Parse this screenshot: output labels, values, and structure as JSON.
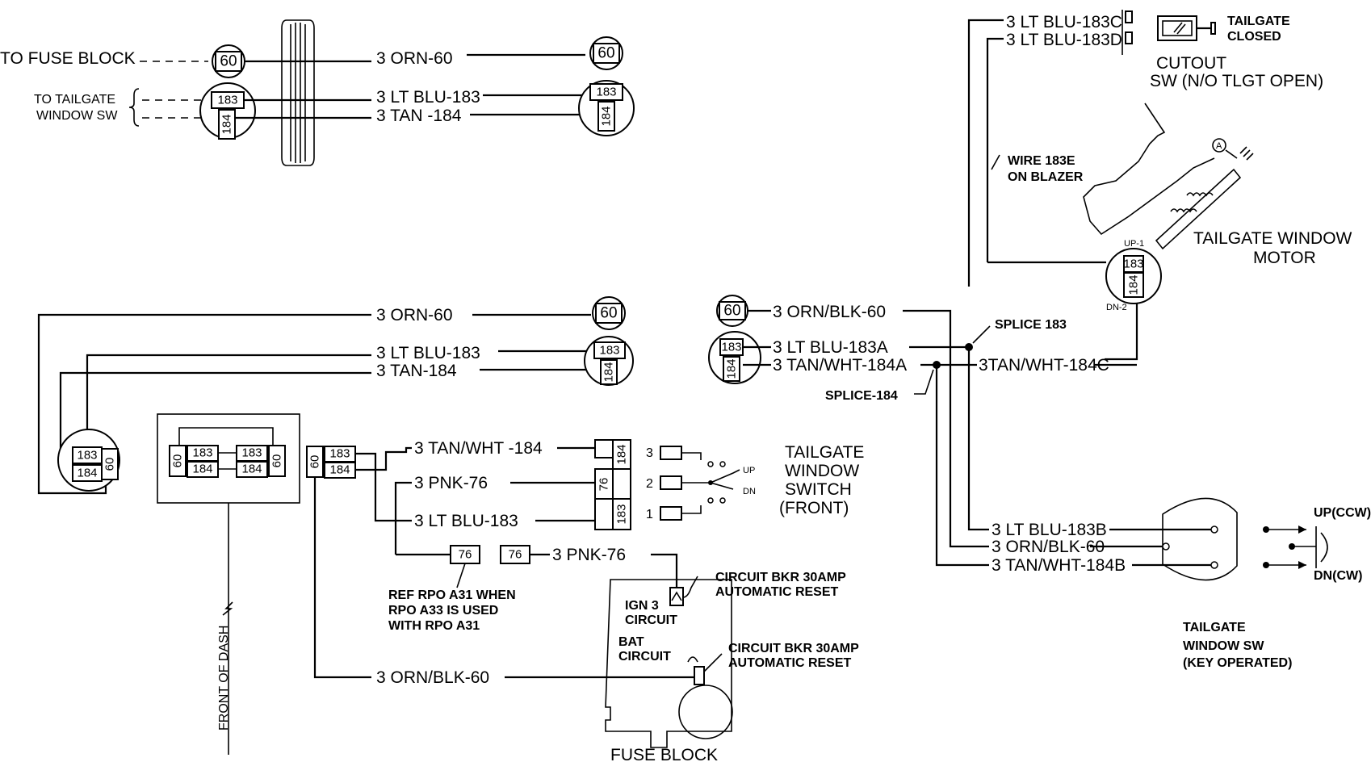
{
  "top": {
    "to_fuse_block": "TO FUSE BLOCK",
    "to_tailgate_line1": "TO TAILGATE",
    "to_tailgate_line2": "WINDOW SW",
    "wire_orn60": "3 ORN-60",
    "wire_ltblu183": "3 LT BLU-183",
    "wire_tan184": "3 TAN -184"
  },
  "mid": {
    "wire_orn60": "3 ORN-60",
    "wire_ltblu183": "3 LT BLU-183",
    "wire_tan184": "3 TAN-184"
  },
  "switch": {
    "wire_tanwht184": "3 TAN/WHT -184",
    "wire_pnk76": "3 PNK-76",
    "wire_ltblu183": "3 LT BLU-183",
    "wire_pnk76_b": "3 PNK-76",
    "wire_ornblk60": "3 ORN/BLK-60",
    "ref_line1": "REF RPO A31 WHEN",
    "ref_line2": "RPO A33 IS USED",
    "ref_line3": "WITH RPO A31",
    "pos3": "3",
    "pos2": "2",
    "pos1": "1",
    "up": "UP",
    "dn": "DN",
    "label1": "TAILGATE",
    "label2": "WINDOW",
    "label3": "SWITCH",
    "label4": "(FRONT)",
    "front_of_dash": "FRONT OF DASH"
  },
  "fuse": {
    "ign3_line1": "IGN 3",
    "ign3_line2": "CIRCUIT",
    "bat_line1": "BAT",
    "bat_line2": "CIRCUIT",
    "cb1_line1": "CIRCUIT BKR 30AMP",
    "cb1_line2": "AUTOMATIC RESET",
    "cb2_line1": "CIRCUIT BKR 30AMP",
    "cb2_line2": "AUTOMATIC RESET",
    "label": "FUSE BLOCK"
  },
  "right": {
    "wire_ltblu183c": "3 LT BLU-183C",
    "wire_ltblu183d": "3 LT BLU-183D",
    "tailgate_closed1": "TAILGATE",
    "tailgate_closed2": "CLOSED",
    "cutout1": "CUTOUT",
    "cutout2": "SW (N/O TLGT OPEN)",
    "wire183e1": "WIRE 183E",
    "wire183e2": "ON BLAZER",
    "motor1": "TAILGATE WINDOW",
    "motor2": "MOTOR",
    "up1": "UP-1",
    "dn2": "DN-2",
    "wire_ornblk60": "3 ORN/BLK-60",
    "wire_ltblu183a": "3 LT BLU-183A",
    "wire_tanwht184a": "3 TAN/WHT-184A",
    "wire_tanwht184c": "3TAN/WHT-184C",
    "splice183": "SPLICE 183",
    "splice184": "SPLICE-184",
    "wire_ltblu183b": "3 LT BLU-183B",
    "wire_ornblk60_b": "3 ORN/BLK-60",
    "wire_tanwht184b": "3 TAN/WHT-184B",
    "upccw": "UP(CCW)",
    "dncw": "DN(CW)",
    "ksw1": "TAILGATE",
    "ksw2": "WINDOW SW",
    "ksw3": "(KEY OPERATED)"
  },
  "connectors": {
    "c60": "60",
    "c183": "183",
    "c184": "184",
    "c76": "76"
  }
}
